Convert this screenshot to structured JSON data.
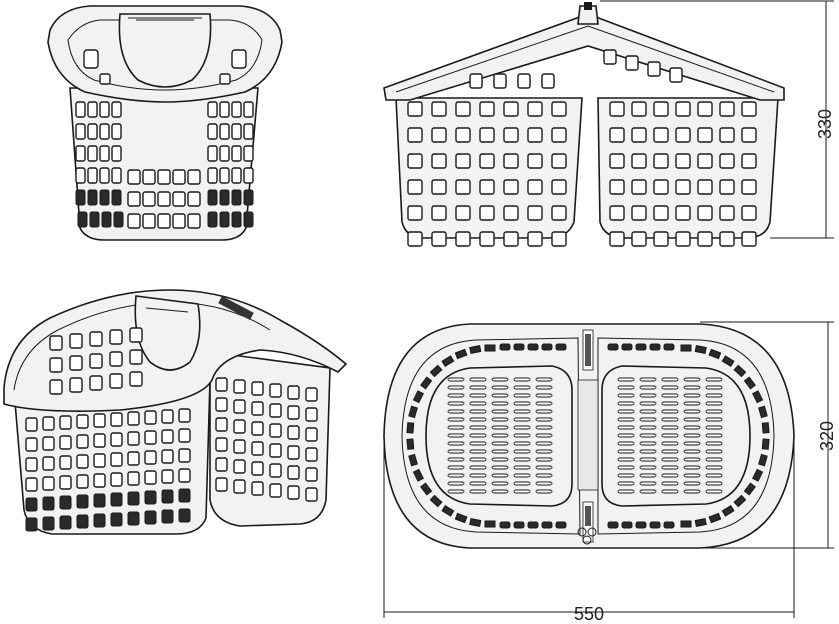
{
  "dimensions": {
    "height_label": "330",
    "depth_label": "320",
    "width_label": "550"
  },
  "colors": {
    "line": "#1a1a1a",
    "fill": "#f2f2f2",
    "background": "#ffffff"
  }
}
